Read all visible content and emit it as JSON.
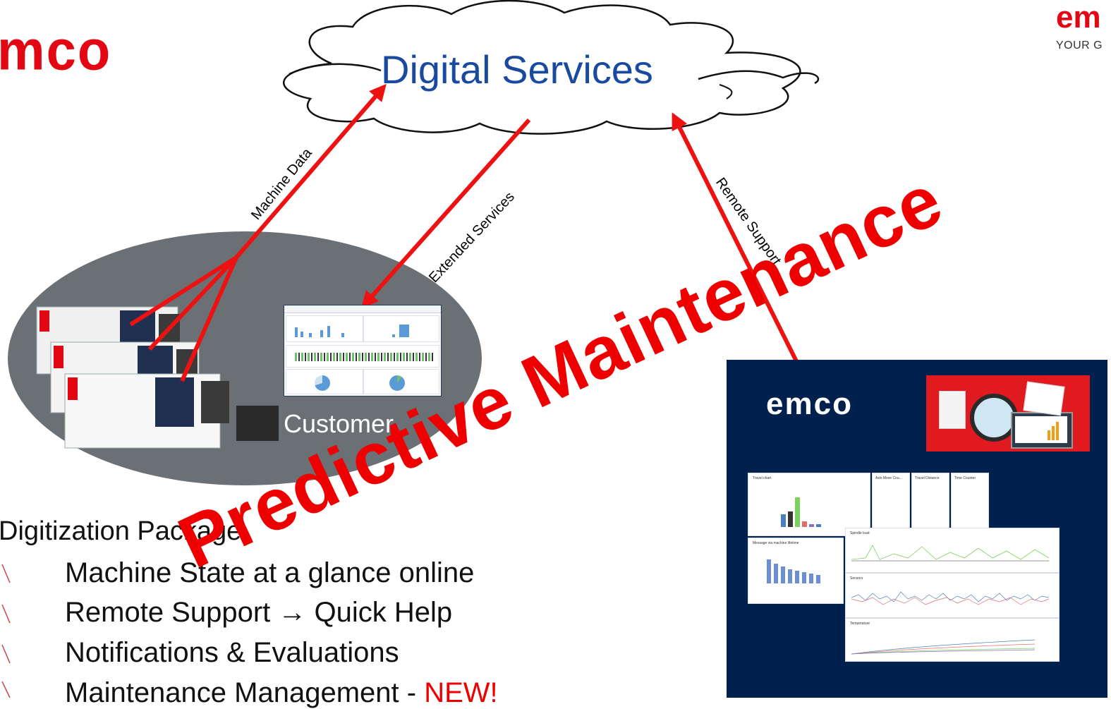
{
  "logos": {
    "left": "mco",
    "right": "em",
    "right_slogan": "YOUR G",
    "panel": "emco"
  },
  "cloud": {
    "title": "Digital Services"
  },
  "arrows": {
    "machine_data": "Machine Data",
    "extended_services": "Extended Services",
    "remote_support": "Remote Support"
  },
  "customer": {
    "label": "Customer"
  },
  "overlay": {
    "text": "Predictive Maintenance"
  },
  "package": {
    "title": "Digitization Package",
    "items": [
      "Machine State at a glance online",
      "Remote Support → Quick Help",
      "Notifications & Evaluations",
      "Maintenance Management -"
    ],
    "new_tag": "NEW!"
  },
  "dashboard": {
    "cards": [
      "Travel chart",
      "Axis Move Cou...",
      "Travel Distance",
      "Time Counter",
      "Message via machine lifetime",
      "Spindle load",
      "Sensors",
      "Temperature"
    ]
  },
  "colors": {
    "brand_red": "#e30613",
    "arrow_red": "#ee0000",
    "panel_navy": "#00214d",
    "ellipse_gray": "#6b7075",
    "cloud_text": "#1a4aa0"
  }
}
